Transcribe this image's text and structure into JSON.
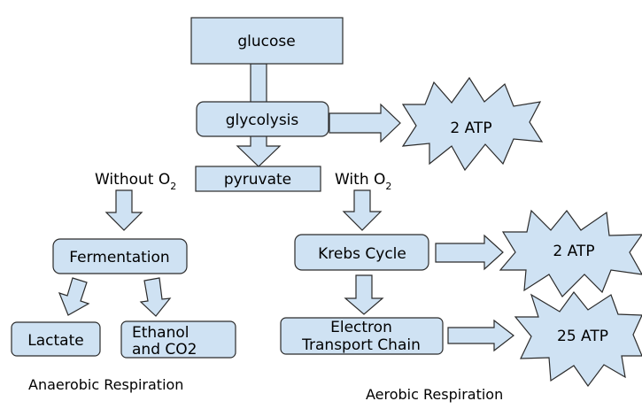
{
  "colors": {
    "fill": "#cfe2f3",
    "stroke": "#2b2b2b",
    "text": "#000000"
  },
  "nodes": {
    "glucose": "glucose",
    "glycolysis": "glycolysis",
    "pyruvate": "pyruvate",
    "fermentation": "Fermentation",
    "lactate": "Lactate",
    "ethanol_line1": "Ethanol",
    "ethanol_line2": "and CO2",
    "krebs": "Krebs Cycle",
    "etc_line1": "Electron",
    "etc_line2": "Transport Chain"
  },
  "atp": {
    "glycolysis": "2 ATP",
    "krebs": "2 ATP",
    "etc": "25 ATP"
  },
  "conditions": {
    "without": "Without O",
    "with": "With O",
    "subscript": "2"
  },
  "captions": {
    "anaerobic": "Anaerobic Respiration",
    "aerobic": "Aerobic Respiration"
  }
}
